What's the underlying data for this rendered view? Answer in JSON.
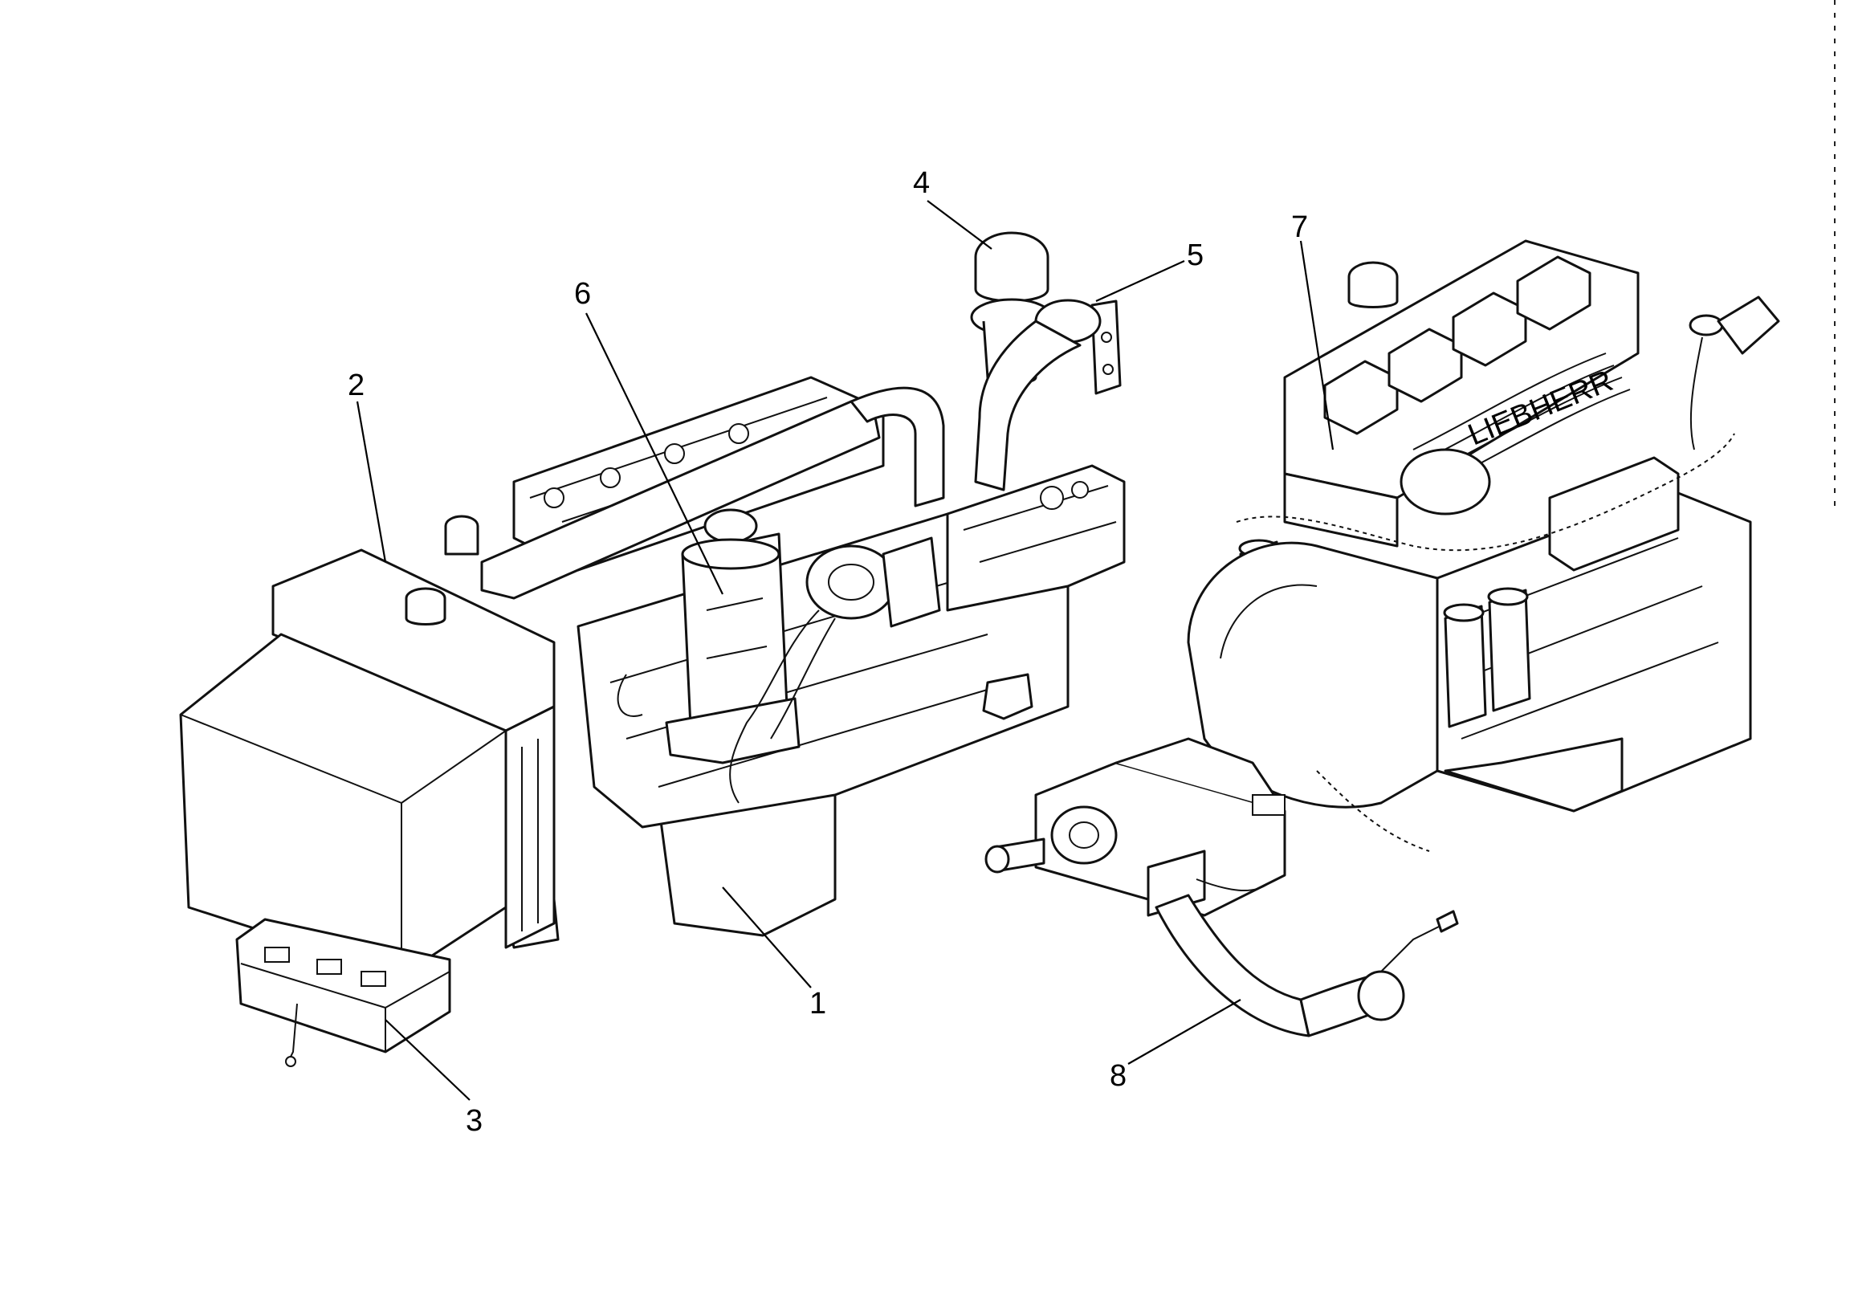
{
  "callouts": {
    "c1": "1",
    "c2": "2",
    "c3": "3",
    "c4": "4",
    "c5": "5",
    "c6": "6",
    "c7": "7",
    "c8": "8"
  },
  "engine_badge": "LIEBHERR",
  "colors": {
    "ink": "#111111",
    "paper": "#ffffff"
  }
}
